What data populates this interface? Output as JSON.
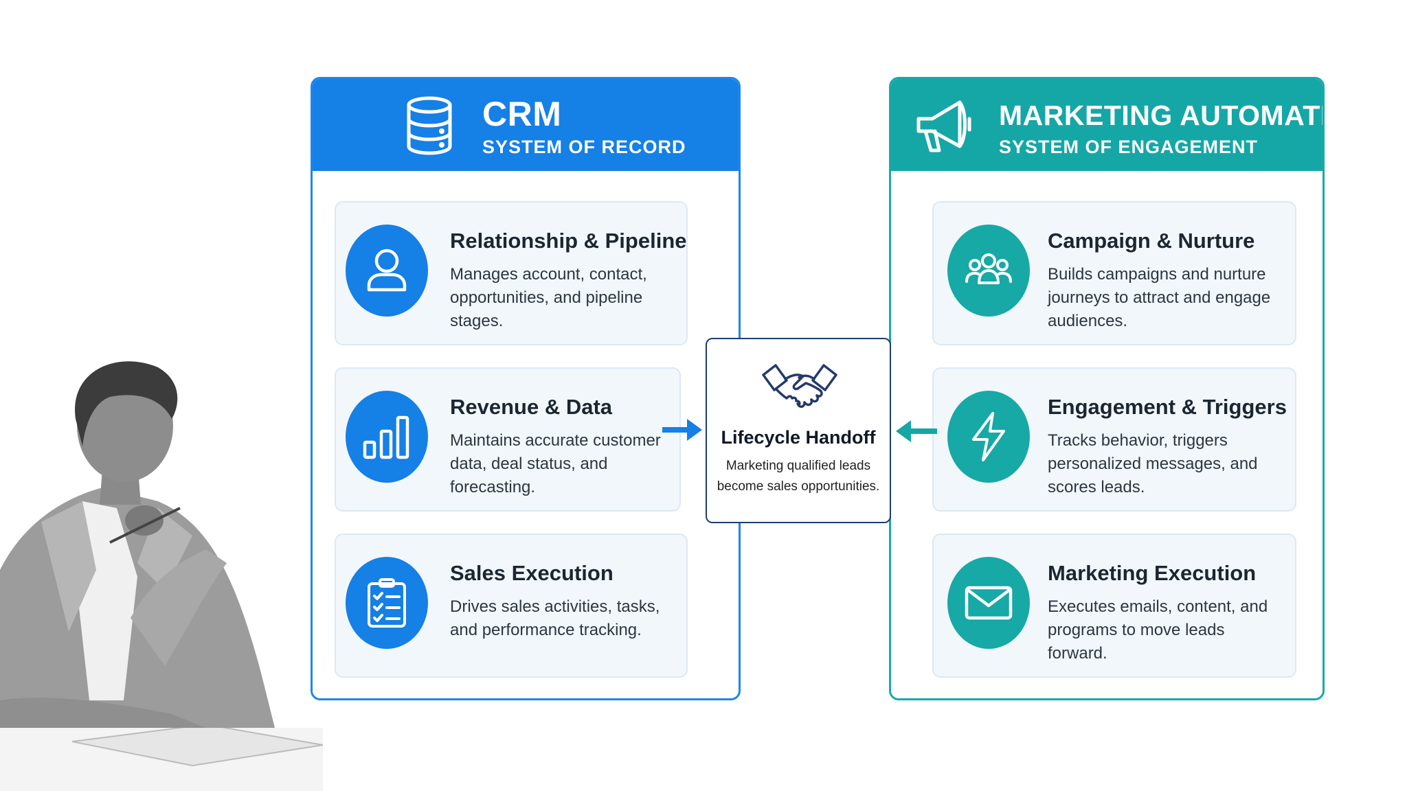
{
  "crm": {
    "title": "CRM",
    "subtitle": "SYSTEM OF RECORD",
    "icon": "database-icon",
    "color": "#1580e6",
    "cards": [
      {
        "title": "Relationship & Pipeline",
        "desc": "Manages account, contact, opportunities, and pipeline stages.",
        "icon": "user-icon"
      },
      {
        "title": "Revenue & Data",
        "desc": "Maintains accurate customer data, deal status, and forecasting.",
        "icon": "bar-chart-icon"
      },
      {
        "title": "Sales Execution",
        "desc": "Drives sales activities, tasks, and performance tracking.",
        "icon": "checklist-icon"
      }
    ]
  },
  "marketing": {
    "title": "MARKETING AUTOMATION",
    "subtitle": "SYSTEM OF ENGAGEMENT",
    "icon": "megaphone-icon",
    "color": "#15a7a6",
    "cards": [
      {
        "title": "Campaign & Nurture",
        "desc": "Builds campaigns and nurture journeys to attract and engage audiences.",
        "icon": "group-icon"
      },
      {
        "title": "Engagement & Triggers",
        "desc": "Tracks behavior, triggers personalized messages, and scores leads.",
        "icon": "lightning-icon"
      },
      {
        "title": "Marketing Execution",
        "desc": "Executes emails, content, and programs to move leads forward.",
        "icon": "envelope-icon"
      }
    ]
  },
  "handoff": {
    "title": "Lifecycle Handoff",
    "desc": "Marketing qualified leads become sales opportunities.",
    "icon": "handshake-icon"
  }
}
